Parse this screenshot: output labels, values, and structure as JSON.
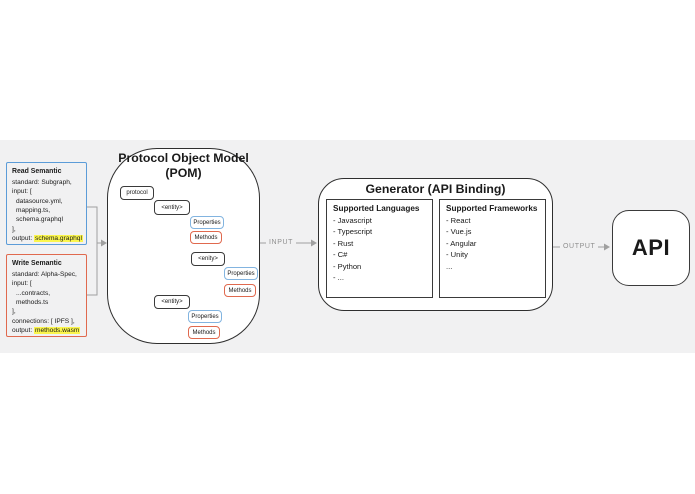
{
  "read_semantic": {
    "title": "Read Semantic",
    "lines": [
      "standard: Subgraph,",
      "input: [",
      "datasource.yml,",
      "mapping.ts,",
      "schema.graphql",
      "],"
    ],
    "output_label": "output:",
    "output_value": "schema.graphql"
  },
  "write_semantic": {
    "title": "Write Semantic",
    "lines": [
      "standard: Alpha-Spec,",
      "input: [",
      "...contracts,",
      "methods.ts",
      "],",
      "connections: [ IPFS ],"
    ],
    "output_label": "output:",
    "output_value": "methods.wasm"
  },
  "pom": {
    "title_line1": "Protocol Object Model",
    "title_line2": "(POM)",
    "nodes": {
      "protocol": "protocol",
      "entity1": "<entity>",
      "entity2": "<enity>",
      "entity3": "<entity>",
      "properties": "Properties",
      "methods": "Methods"
    }
  },
  "flow": {
    "input_label": "INPUT",
    "output_label": "OUTPUT"
  },
  "generator": {
    "title": "Generator (API Binding)",
    "languages": {
      "title": "Supported Languages",
      "items": [
        "- Javascript",
        "- Typescript",
        "- Rust",
        "- C#",
        "- Python",
        "- ..."
      ]
    },
    "frameworks": {
      "title": "Supported Frameworks",
      "items": [
        "- React",
        "- Vue.js",
        "- Angular",
        "- Unity",
        "..."
      ]
    }
  },
  "api": {
    "label": "API"
  },
  "colors": {
    "band": "#f1f1f2",
    "blue_border": "#5b9cd8",
    "red_border": "#e0694e",
    "highlight": "#fbf64d",
    "wire": "#a0a0a0"
  }
}
